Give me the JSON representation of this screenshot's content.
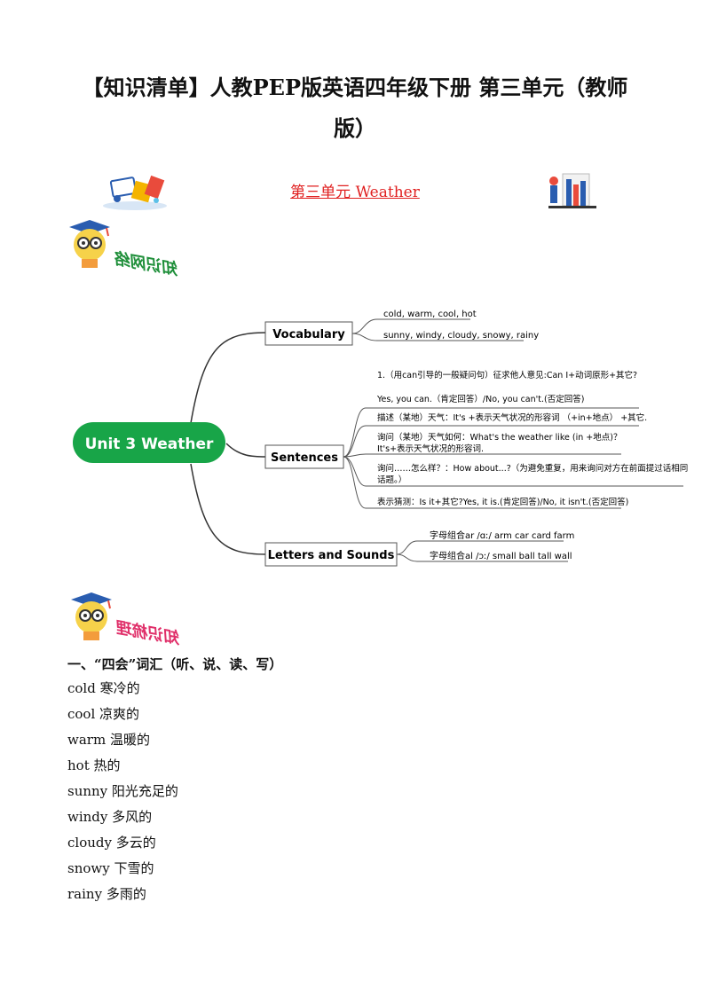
{
  "header": {
    "title_line1": "【知识清单】人教PEP版英语四年级下册 第三单元（教师",
    "title_line2": "版）",
    "unit_title": "第三单元  Weather"
  },
  "stamps": {
    "knowledge_network": "知识网络",
    "knowledge_summary": "知识梳理"
  },
  "mindmap": {
    "root": "Unit 3 Weather",
    "branches": {
      "vocabulary": {
        "label": "Vocabulary",
        "items": [
          "cold, warm, cool, hot",
          "sunny, windy, cloudy, snowy, rainy"
        ]
      },
      "sentences": {
        "label": "Sentences",
        "items": [
          "1.（用can引导的一般疑问句）征求他人意见:Can I+动词原形+其它?",
          "Yes, you can.（肯定回答）/No, you can't.(否定回答)",
          "描述（某地）天气：It's +表示天气状况的形容词 （+in+地点） +其它.",
          "询问（某地）天气如何：What's the weather like (in +地点)？",
          "It's+表示天气状况的形容词.",
          "询问……怎么样？：How about...?（为避免重复，用来询问对方在前面提过话相同",
          "话题。）",
          "表示猜测：Is it+其它?Yes, it is.(肯定回答)/No, it isn't.(否定回答)"
        ]
      },
      "letters": {
        "label": "Letters and Sounds",
        "items": [
          "字母组合ar /ɑː/ arm car card farm",
          "字母组合al /ɔː/ small ball tall wall"
        ]
      }
    }
  },
  "vocab_section": {
    "heading": "一、“四会”词汇（听、说、读、写）",
    "words": [
      "cold 寒冷的",
      "cool 凉爽的",
      "warm 温暖的",
      "hot 热的",
      "sunny 阳光充足的",
      "windy 多风的",
      "cloudy 多云的",
      "snowy 下雪的",
      "rainy 多雨的"
    ]
  },
  "colors": {
    "unit_title": "#e02020",
    "root_node": "#18a548",
    "stamp_green": "#1f8f3a",
    "stamp_pink": "#e0306a",
    "branch_line": "#333333"
  }
}
